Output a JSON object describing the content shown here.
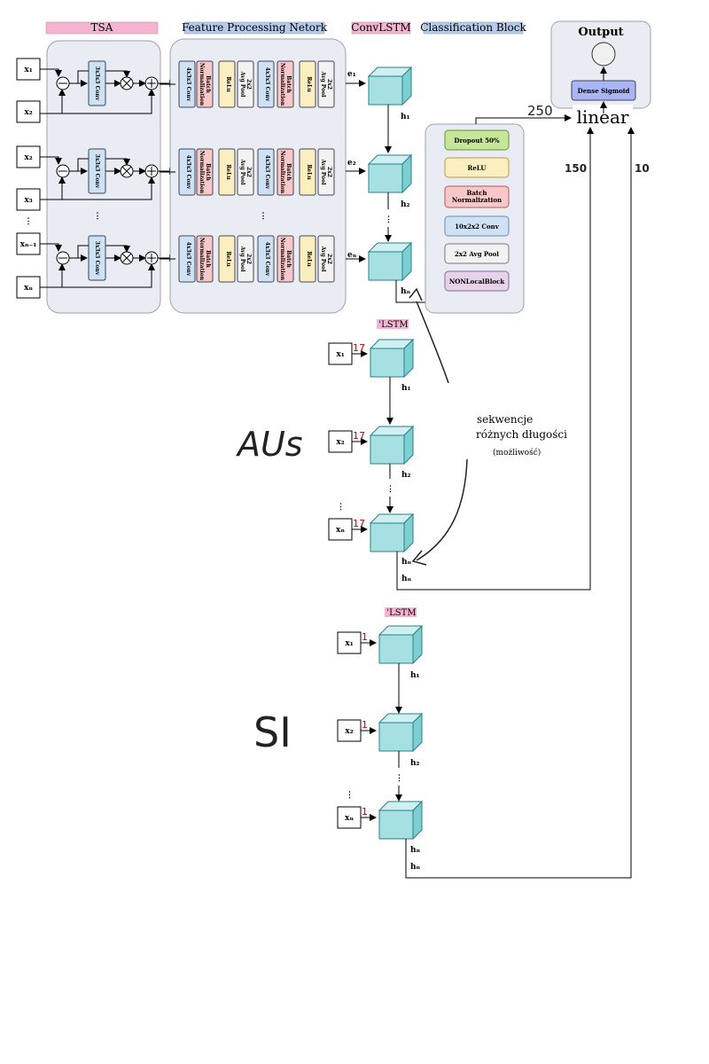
{
  "headers": {
    "tsa": "TSA",
    "feature_processing": "Feature Processing Netork",
    "convlstm": "ConvLSTM",
    "classification": "Classification Block",
    "output": "Output"
  },
  "tsa": {
    "inputs": [
      "x₁",
      "x₂",
      "x₂",
      "x₃",
      "xₙ₋₁",
      "xₙ"
    ],
    "conv_label": "3x3x3 Conv",
    "ellipsis": "⋮"
  },
  "feature": {
    "blocks": [
      "4x3x3 Conv",
      "Batch Normalization",
      "ReLu",
      "2x2 Avg Pool",
      "4x3x3 Conv",
      "Batch Normalization",
      "ReLu",
      "2x2 Avg Pool"
    ]
  },
  "convlstm_top": {
    "inputs": [
      "e₁",
      "e₂",
      "eₙ"
    ],
    "hidden": [
      "h₁",
      "h₂",
      "hₙ"
    ]
  },
  "classification": {
    "blocks": [
      "Dropout 50%",
      "ReLU",
      "Batch Normalization",
      "10x2x2 Conv",
      "2x2 Avg Pool",
      "NONLocalBlock"
    ]
  },
  "output": {
    "dense": "Dense Sigmoid",
    "linear": "linear",
    "dim_250": "250",
    "dim_150": "150",
    "dim_10": "10"
  },
  "aus": {
    "header": "'LSTM",
    "inputs": [
      "x₁",
      "x₂",
      "xₙ"
    ],
    "input_dim": "17",
    "hidden": [
      "h₁",
      "h₂",
      "hₙ",
      "hₙ"
    ],
    "label": "AUs"
  },
  "si": {
    "header": "'LSTM",
    "inputs": [
      "x₁",
      "x₂",
      "xₙ"
    ],
    "input_dim": "1",
    "hidden": [
      "h₁",
      "h₂",
      "hₙ",
      "hₙ"
    ],
    "label": "SI"
  },
  "notes": {
    "line1": "sekwencje",
    "line2": "różnych długości",
    "line3": "(możliwość)"
  }
}
